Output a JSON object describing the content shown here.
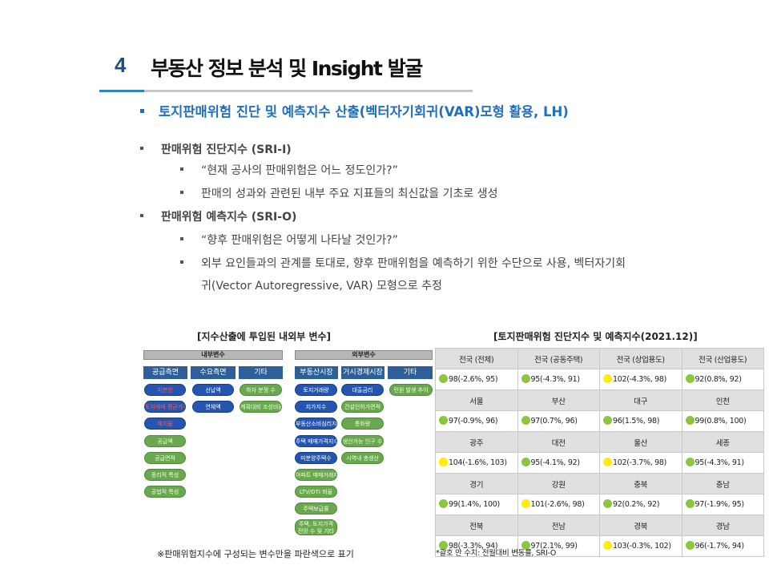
{
  "header": {
    "number": "4",
    "title": "부동산 정보 분석 및 Insight 발굴"
  },
  "headline": "토지판매위험 진단 및 예측지수 산출(벡터자기회귀(VAR)모형 활용, LH)",
  "sections": [
    {
      "title": "판매위험 진단지수 (SRI-I)",
      "items": [
        "“현재 공사의 판매위험은 어느 정도인가?”",
        "판매의 성과와 관련된 내부 주요 지표들의 최신값을 기초로 생성"
      ]
    },
    {
      "title": "판매위험 예측지수 (SRI-O)",
      "items": [
        "“향후 판매위험은 어떻게 나타날 것인가?”",
        "외부 요인들과의 관계를 토대로, 향후 판매위험을 예측하기 위한 수단으로 사용, 벡터자기회",
        "귀(Vector Autoregressive, VAR) 모형으로 추정"
      ]
    }
  ],
  "left_figure": {
    "caption": "[지수산출에 투입된 내외부 변수]",
    "internal": {
      "header": "내부변수",
      "categories": [
        "공급측면",
        "수요측면",
        "기타"
      ],
      "supply": [
        "미분양",
        "토지매매 평균가격",
        "해지율",
        "공급액",
        "공급면적",
        "중리적 특성",
        "공법적 특성"
      ],
      "demand": [
        "선납액",
        "연체액"
      ],
      "other": [
        "하자 분쟁 수",
        "계획대비 조성비율"
      ]
    },
    "external": {
      "header": "외부변수",
      "categories": [
        "부동산시장",
        "거시경제시장",
        "기타"
      ],
      "realestate": [
        "토지거래량",
        "지가지수",
        "부동산소비심리지수",
        "주택 매매가격지수",
        "미분양주택수",
        "아파트 매매거래지수",
        "LTV/DTI 비율",
        "주택보급률",
        "주택, 토지가격 전망 수 및 기타"
      ],
      "macro": [
        "대출금리",
        "건설인허가면적",
        "통화량",
        "생산가능 인구 수",
        "시역내 총생산"
      ],
      "other": [
        "민원 발생 추이"
      ]
    },
    "note": "※판매위험지수에 구성되는 변수만을 파란색으로 표기"
  },
  "right_table": {
    "caption": "[토지판매위험 진단지수 및 예측지수(2021.12)]",
    "rows": [
      {
        "headers": [
          "전국 (전체)",
          "전국 (공동주택)",
          "전국 (상업용도)",
          "전국 (산업용도)"
        ],
        "values": [
          "98(-2.6%, 95)",
          "95(-4.3%, 91)",
          "102(-4.3%, 98)",
          "92(0.8%, 92)"
        ],
        "dots": [
          "green",
          "green",
          "yellow",
          "green"
        ]
      },
      {
        "headers": [
          "서울",
          "부산",
          "대구",
          "인천"
        ],
        "values": [
          "97(-0.9%, 96)",
          "97(0.7%, 96)",
          "96(1.5%, 98)",
          "99(0.8%, 100)"
        ],
        "dots": [
          "green",
          "green",
          "green",
          "green"
        ]
      },
      {
        "headers": [
          "광주",
          "대전",
          "울산",
          "세종"
        ],
        "values": [
          "104(-1.6%, 103)",
          "95(-4.1%, 92)",
          "102(-3.7%, 98)",
          "95(-4.3%, 91)"
        ],
        "dots": [
          "yellow",
          "green",
          "yellow",
          "green"
        ]
      },
      {
        "headers": [
          "경기",
          "강원",
          "충북",
          "충남"
        ],
        "values": [
          "99(1.4%, 100)",
          "101(-2.6%, 98)",
          "92(0.2%, 92)",
          "97(-1.9%, 95)"
        ],
        "dots": [
          "green",
          "yellow",
          "green",
          "green"
        ]
      },
      {
        "headers": [
          "전북",
          "전남",
          "경북",
          "경남"
        ],
        "values": [
          "98(-3.3%, 94)",
          "97(2.1%, 99)",
          "103(-0.3%, 102)",
          "96(-1.7%, 94)"
        ],
        "dots": [
          "green",
          "green",
          "yellow",
          "green"
        ]
      }
    ],
    "note": "*괄호 안 수치: 전월대비 변동률, SRI-O"
  },
  "colors": {
    "accent_blue": "#1f6fbf",
    "category_blue": "#2f5f98",
    "pill_green": "#6aa84f",
    "pill_blue": "#2455b0",
    "dot_green": "#8cc63f",
    "dot_yellow": "#ffee00"
  }
}
